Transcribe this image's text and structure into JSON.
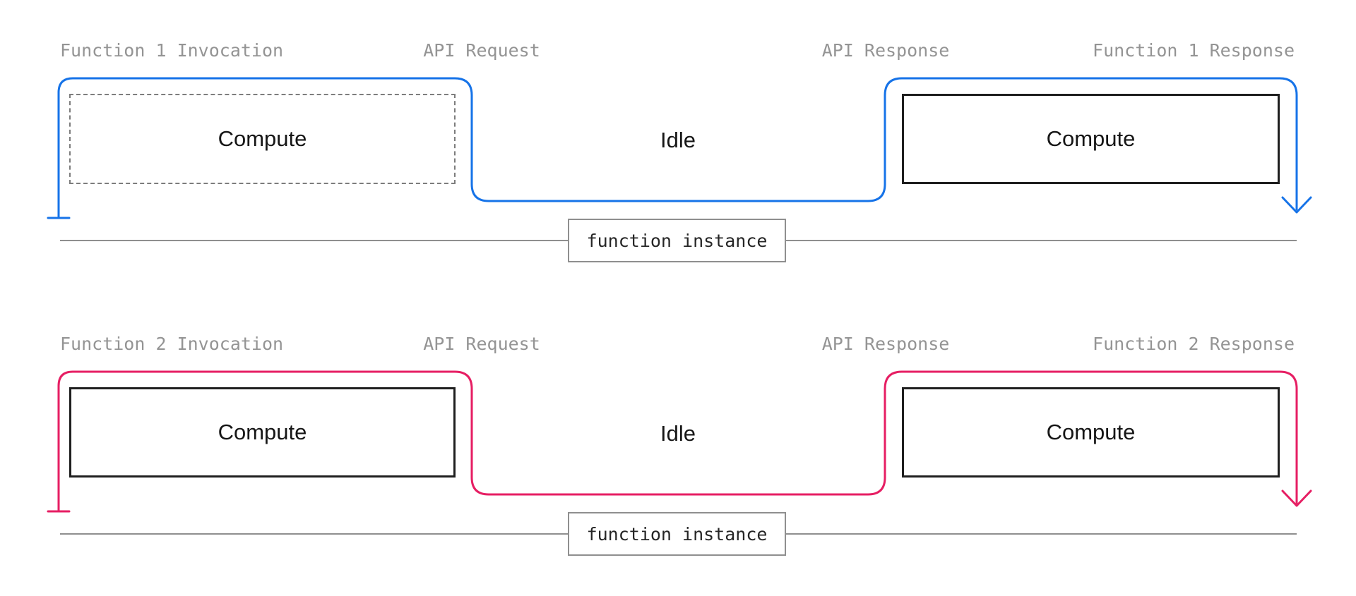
{
  "colors": {
    "background": "#ffffff",
    "function1_path": "#1673e8",
    "function2_path": "#e61e63",
    "label_gray": "#949494",
    "box_border_black": "#1f1f1f",
    "dashed_border_gray": "#7d7d7d",
    "rail_gray": "#8f8f8f",
    "instance_border_gray": "#8f8f8f",
    "instance_text": "#262626",
    "body_text": "#161616"
  },
  "lanes": [
    {
      "id": "function-1",
      "path_color": "#1673e8",
      "first_compute_style": "dashed",
      "labels": {
        "invocation": "Function 1 Invocation",
        "api_request": "API Request",
        "api_response": "API Response",
        "response": "Function 1 Response"
      },
      "segments": {
        "first_compute": "Compute",
        "idle": "Idle",
        "second_compute": "Compute"
      },
      "instance_label": "function instance"
    },
    {
      "id": "function-2",
      "path_color": "#e61e63",
      "first_compute_style": "solid",
      "labels": {
        "invocation": "Function 2 Invocation",
        "api_request": "API Request",
        "api_response": "API Response",
        "response": "Function 2 Response"
      },
      "segments": {
        "first_compute": "Compute",
        "idle": "Idle",
        "second_compute": "Compute"
      },
      "instance_label": "function instance"
    }
  ]
}
